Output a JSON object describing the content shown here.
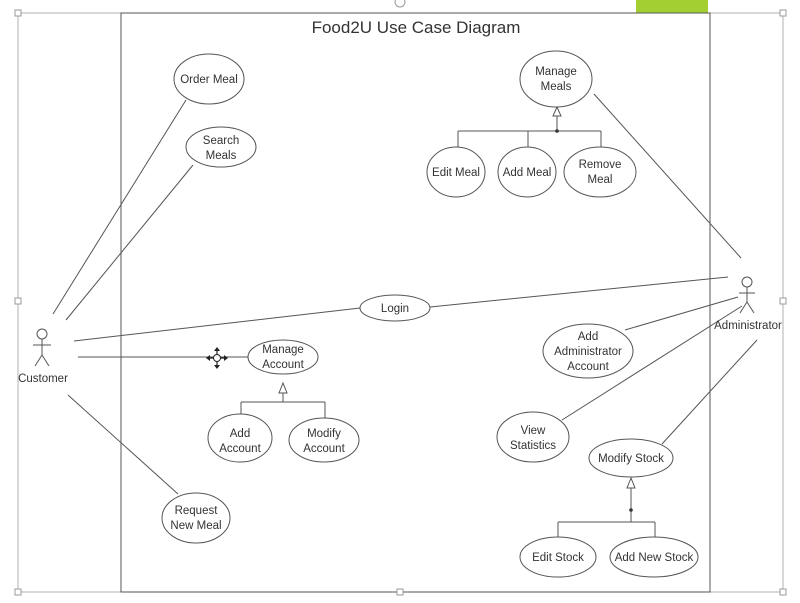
{
  "diagram": {
    "title": "Food2U Use Case Diagram",
    "actors": {
      "customer": "Customer",
      "administrator": "Administrator"
    },
    "use_cases": {
      "order_meal": [
        "Order Meal"
      ],
      "search_meals": [
        "Search",
        "Meals"
      ],
      "request_new_meal": [
        "Request",
        "New Meal"
      ],
      "login": [
        "Login"
      ],
      "manage_account": [
        "Manage",
        "Account"
      ],
      "add_account": [
        "Add",
        "Account"
      ],
      "modify_account": [
        "Modify",
        "Account"
      ],
      "manage_meals": [
        "Manage",
        "Meals"
      ],
      "edit_meal": [
        "Edit Meal"
      ],
      "add_meal": [
        "Add Meal"
      ],
      "remove_meal": [
        "Remove",
        "Meal"
      ],
      "add_admin_account": [
        "Add",
        "Administrator",
        "Account"
      ],
      "view_statistics": [
        "View",
        "Statistics"
      ],
      "modify_stock": [
        "Modify Stock"
      ],
      "edit_stock": [
        "Edit Stock"
      ],
      "add_new_stock": [
        "Add New Stock"
      ]
    },
    "colors": {
      "accent_tab": "#a3cf32",
      "line": "#555555",
      "text": "#333333"
    }
  }
}
